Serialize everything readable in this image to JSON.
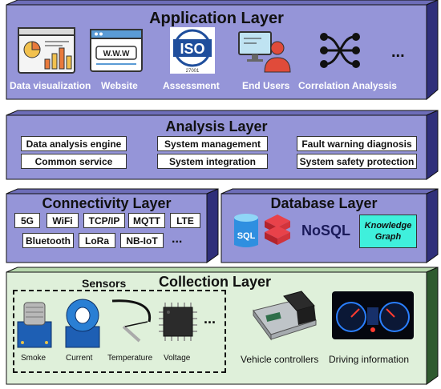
{
  "application": {
    "title": "Application Layer",
    "items": [
      "Data visualization",
      "Website",
      "Assessment",
      "End Users",
      "Correlation Analyssis"
    ],
    "ellipsis": "...",
    "website_url": "W.W.W",
    "iso_text": "ISO",
    "iso_number": "27001"
  },
  "analysis": {
    "title": "Analysis Layer",
    "row1": [
      "Data analysis engine",
      "System management",
      "Fault warning diagnosis"
    ],
    "row2": [
      "Common service",
      "System integration",
      "System safety protection"
    ]
  },
  "connectivity": {
    "title": "Connectivity Layer",
    "row1": [
      "5G",
      "WiFi",
      "TCP/IP",
      "MQTT",
      "LTE"
    ],
    "row2": [
      "Bluetooth",
      "LoRa",
      "NB-IoT",
      "..."
    ]
  },
  "database": {
    "title": "Database Layer",
    "sql": "SQL",
    "nosql": "NoSQL",
    "knowledge_graph": "Knowledge Graph"
  },
  "collection": {
    "title": "Collection Layer",
    "sensors_title": "Sensors",
    "sensors": [
      "Smoke",
      "Current",
      "Temperature",
      "Voltage"
    ],
    "sensors_ellipsis": "...",
    "vehicle_controllers": "Vehicle controllers",
    "driving_information": "Driving information"
  },
  "colors": {
    "layer_purple": "#9595d8",
    "layer_purple_side": "#3c3c8c",
    "collection_green": "#dff0da",
    "collection_side": "#3c6a3c"
  }
}
